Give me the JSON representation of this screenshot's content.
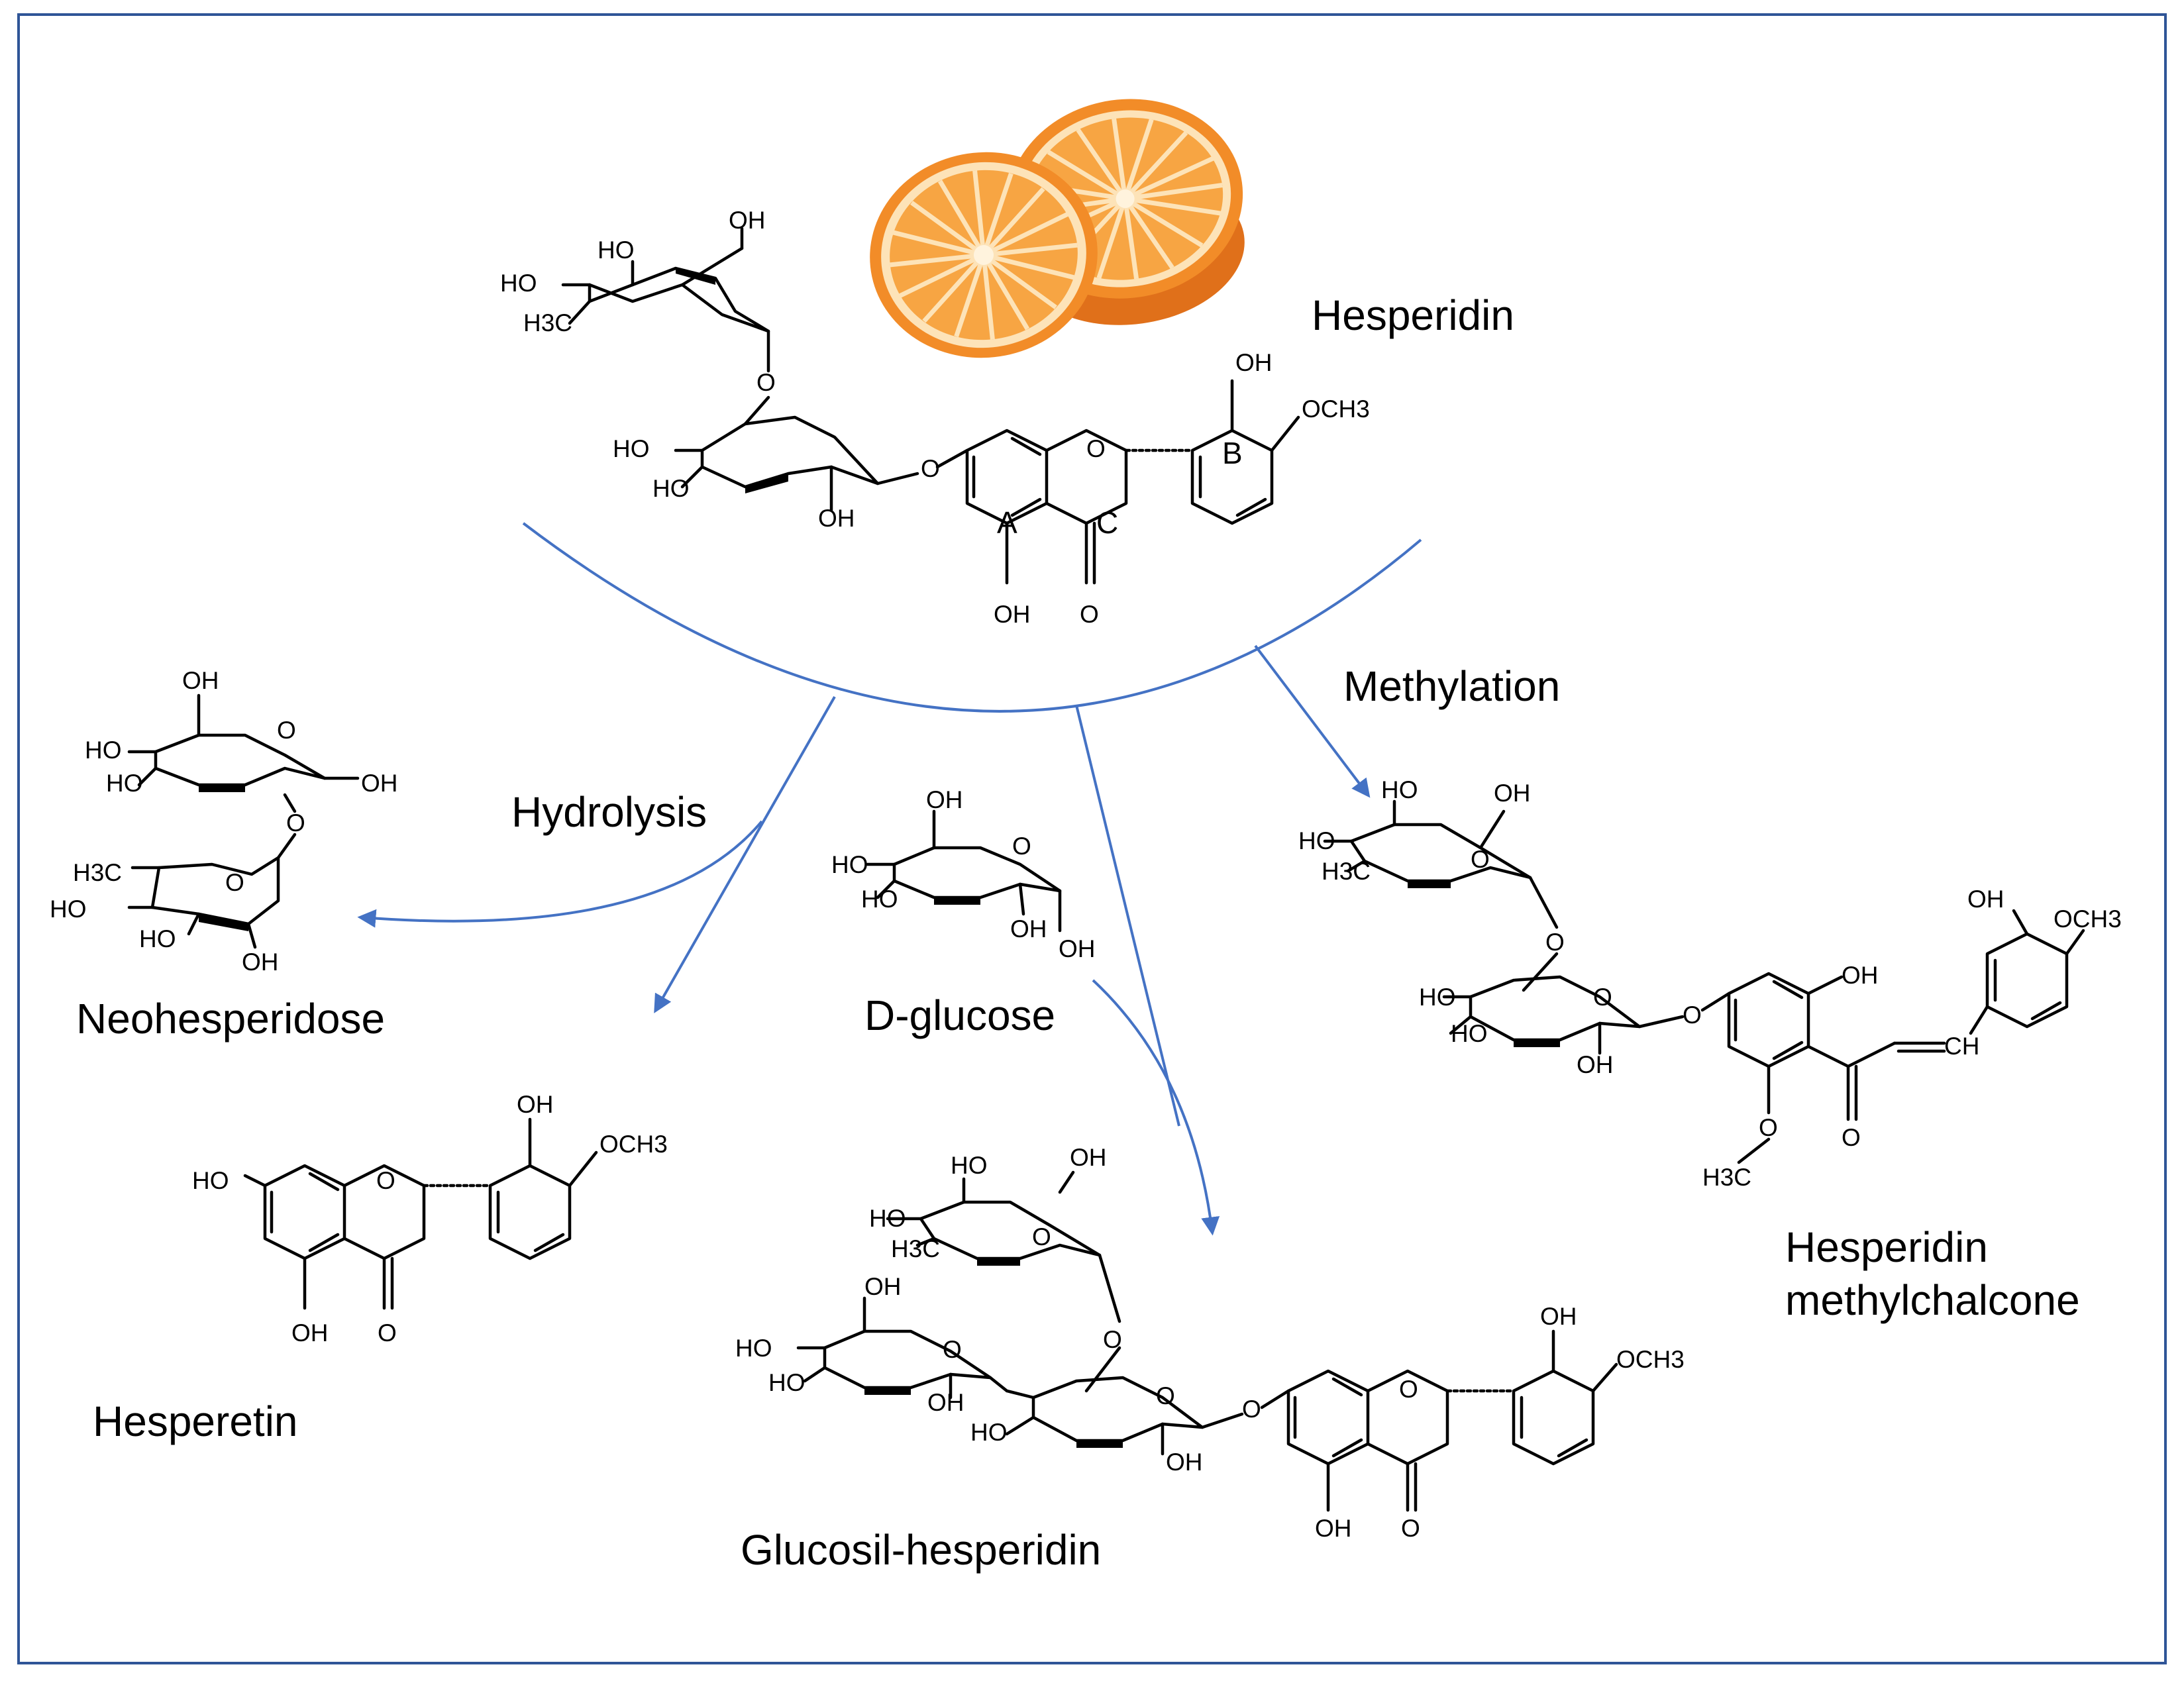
{
  "labels": {
    "hesperidin": "Hesperidin",
    "methylation": "Methylation",
    "hydrolysis": "Hydrolysis",
    "neohesperidose": "Neohesperidose",
    "d_glucose": "D-glucose",
    "hesperetin": "Hesperetin",
    "glucosil_hesperidin": "Glucosil-hesperidin",
    "hesperidin_methylchalcone_line1": "Hesperidin",
    "hesperidin_methylchalcone_line2": "methylchalcone"
  },
  "atoms": {
    "oh": "OH",
    "ho": "HO",
    "o": "O",
    "och3": "OCH3",
    "h3c": "H3C",
    "ch": "CH"
  },
  "rings": {
    "a": "A",
    "b": "B",
    "c": "C"
  },
  "colors": {
    "arrow": "#4472c4",
    "frame": "#2f5597",
    "orange_peel": "#f28c28",
    "orange_flesh": "#f7a543",
    "orange_pith": "#fde3b8"
  },
  "icons": [
    "orange-fruit-icon"
  ]
}
